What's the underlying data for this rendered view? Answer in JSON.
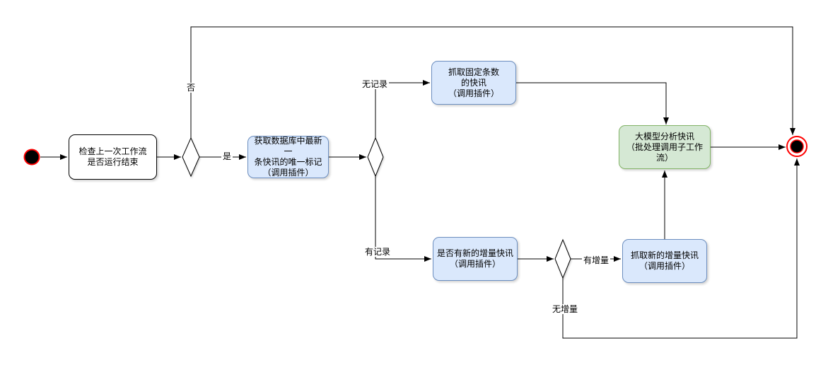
{
  "diagram": {
    "type": "activity-flowchart",
    "nodes": {
      "check_last_run": {
        "label": "检查上一次工作流\n是否运行结束",
        "kind": "plain"
      },
      "get_latest_mark": {
        "label": "获取数据库中最新一\n条快讯的唯一标记\n（调用插件）",
        "kind": "process"
      },
      "fetch_fixed_count": {
        "label": "抓取固定条数\n的快讯\n（调用插件）",
        "kind": "process"
      },
      "check_new_incremental": {
        "label": "是否有新的增量快讯\n（调用插件）",
        "kind": "process"
      },
      "fetch_new_incremental": {
        "label": "抓取新的增量快讯\n（调用插件）",
        "kind": "process"
      },
      "llm_analyze": {
        "label": "大模型分析快讯\n（批处理调用子工作流）",
        "kind": "final"
      }
    },
    "edge_labels": {
      "no": "否",
      "yes": "是",
      "no_record": "无记录",
      "has_record": "有记录",
      "has_increment": "有增量",
      "no_increment": "无增量"
    }
  },
  "colors": {
    "canvas_bg": "#ffffff",
    "line": "#000000",
    "plain_fill": "#ffffff",
    "plain_border": "#000000",
    "process_fill": "#dae8fc",
    "process_border": "#6c8ebf",
    "final_fill": "#d5e8d4",
    "final_border": "#82b366",
    "start_fill": "#000000",
    "start_ring": "#ff0000",
    "end_fill": "#000000",
    "end_ring": "#ff0000"
  }
}
